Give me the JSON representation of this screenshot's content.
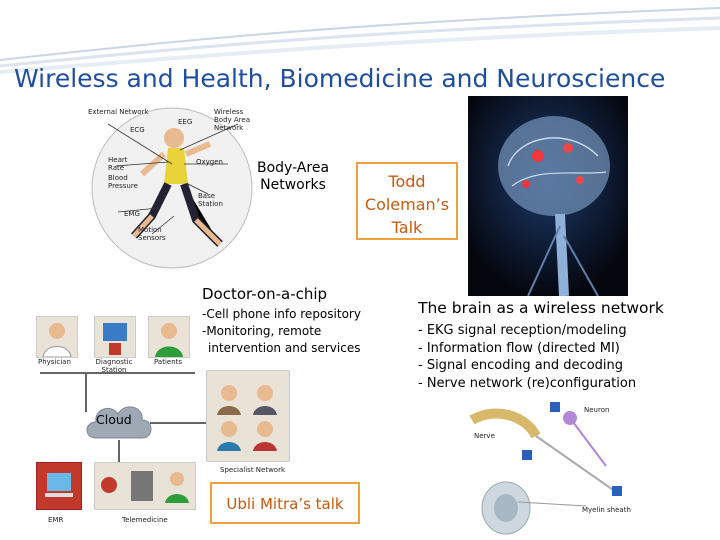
{
  "slide": {
    "title": "Wireless and Health, Biomedicine and Neuroscience"
  },
  "body_area": {
    "label_line1": "Body-Area",
    "label_line2": "Networks",
    "diagram_labels": {
      "external_network": "External Network",
      "wireless_ban": "Wireless Body Area Network",
      "ecg_left": "ECG",
      "eeg": "EEG",
      "heart_rate": "Heart Rate",
      "blood_pressure": "Blood Pressure",
      "oxygen": "Oxygen",
      "base_station": "Base Station",
      "emg": "EMG",
      "motion_sensors": "Motion Sensors"
    }
  },
  "talk_box": {
    "line1": "Todd",
    "line2": "Coleman’s",
    "line3": "Talk"
  },
  "doctor": {
    "heading": "Doctor-on-a-chip",
    "line1": "-Cell phone info repository",
    "line2": "-Monitoring, remote",
    "line3": "intervention and services"
  },
  "network": {
    "physician": "Physician",
    "diagnostic_line1": "Diagnostic",
    "diagnostic_line2": "Station",
    "patients": "Patients",
    "cloud": "Cloud",
    "specialist": "Specialist Network",
    "emr": "EMR",
    "telemedicine": "Telemedicine"
  },
  "ubli_box": {
    "label": "Ubli Mitra’s talk"
  },
  "brain": {
    "heading": "The brain as a wireless network",
    "item1": "- EKG signal reception/modeling",
    "item2": "- Information flow (directed MI)",
    "item3": "- Signal encoding and decoding",
    "item4": "- Nerve network (re)configuration"
  },
  "neuron": {
    "neuron_label": "Neuron",
    "nerve_label": "Nerve",
    "myelin_label": "Myelin sheath"
  },
  "colors": {
    "title": "#1f4e9c",
    "box_border": "#f0a13a",
    "cloud_fill": "#9fa9b6"
  }
}
